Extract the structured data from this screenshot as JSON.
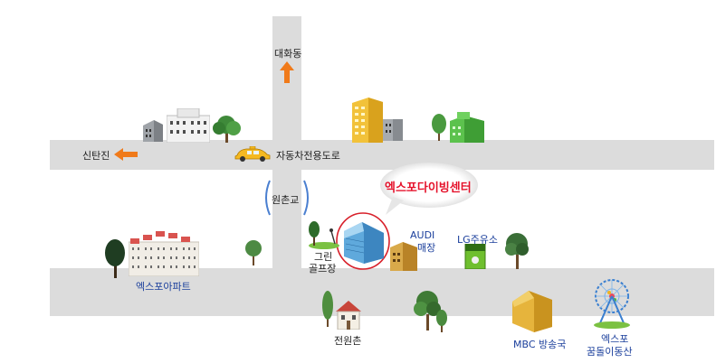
{
  "map": {
    "labels": {
      "daehwa": "대화동",
      "sintanjin": "신탄진",
      "expressway": "자동차전용도로",
      "wonchongyo": "원촌교",
      "expo_apt": "엑스포아파트",
      "green_golf_1": "그린",
      "green_golf_2": "골프장",
      "audi_1": "AUDI",
      "audi_2": "매장",
      "lg_gas": "LG주유소",
      "jeonwonchon": "전원촌",
      "mbc": "MBC 방송국",
      "expo_park_1": "엑스포",
      "expo_park_2": "꿈돌이동산",
      "callout": "엑스포다이빙센터"
    },
    "colors": {
      "road": "#dcdcdc",
      "arrow": "#f07a1a",
      "callout_text": "#e5122b",
      "highlight_ring": "#d8202a",
      "label_blue": "#1b3f9c"
    },
    "icons": {
      "arrow_up": "up-arrow-icon",
      "arrow_left": "left-arrow-icon",
      "taxi": "taxi-icon",
      "bridge": "bridge-icon",
      "ferris_wheel": "ferris-wheel-icon"
    }
  }
}
